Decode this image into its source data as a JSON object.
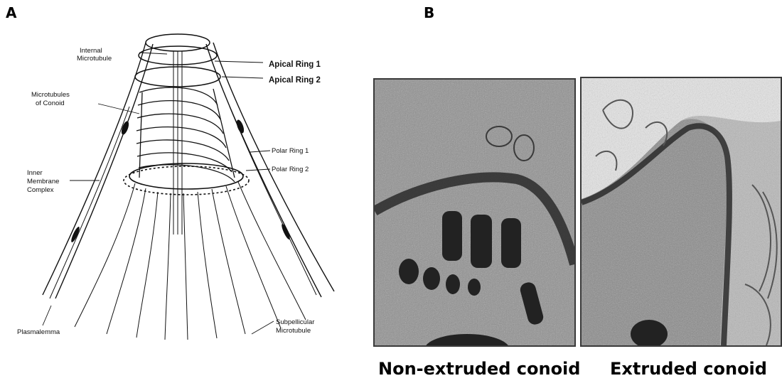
{
  "panel_a": {
    "letter": "A",
    "labels": {
      "internal_microtubule_l1": "Internal",
      "internal_microtubule_l2": "Microtubule",
      "apical_ring_1": "Apical Ring 1",
      "apical_ring_2": "Apical Ring 2",
      "microtubules_conoid_l1": "Microtubules",
      "microtubules_conoid_l2": "of Conoid",
      "polar_ring_1": "Polar Ring 1",
      "polar_ring_2": "Polar Ring 2",
      "inner_membrane_l1": "Inner",
      "inner_membrane_l2": "Membrane",
      "inner_membrane_l3": "Complex",
      "plasmalemma": "Plasmalemma",
      "subpellicular_l1": "Subpellicular",
      "subpellicular_l2": "Microtubule"
    }
  },
  "panel_b": {
    "letter": "B",
    "captions": {
      "left": "Non-extruded conoid",
      "right": "Extruded conoid"
    }
  },
  "colors": {
    "ink": "#111111",
    "micrograph_bg": "#9a9a9a",
    "micrograph_dark": "#2a2a2a",
    "micrograph_light": "#e8e8e8"
  }
}
